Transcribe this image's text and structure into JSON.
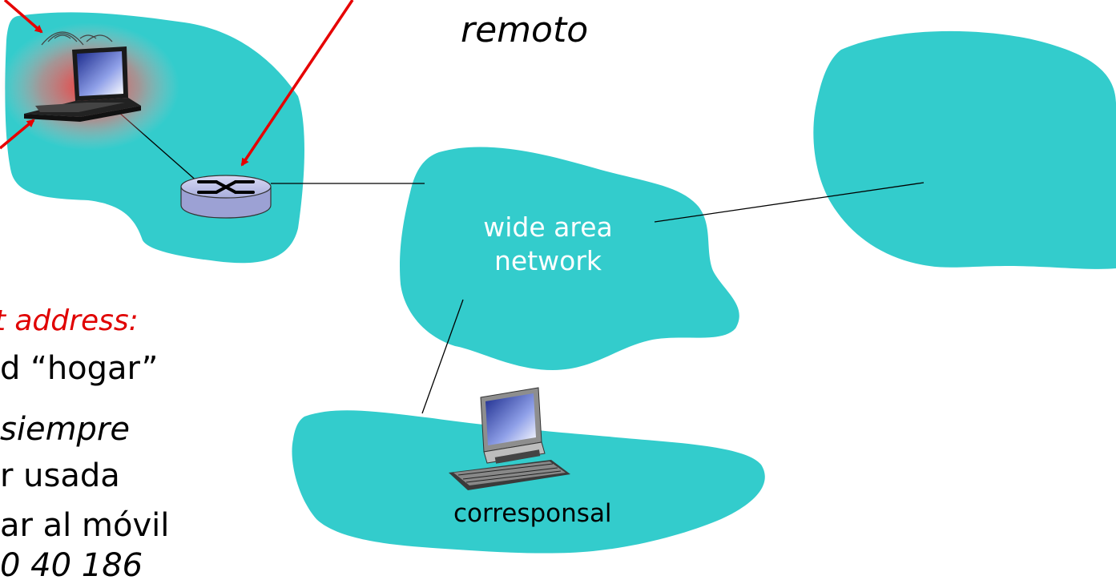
{
  "labels": {
    "remote": "remoto",
    "wan_line1": "wide area",
    "wan_line2": "network",
    "correspondent": "corresponsal",
    "permanent_address": "nt address:",
    "body_line1": "d “hogar”",
    "body_line2": "siempre",
    "body_line3": "r usada",
    "body_line4": "ar al móvil",
    "body_line5": "0 40 186"
  },
  "colors": {
    "network_cloud": "#33cccc",
    "arrow": "#e60000",
    "highlight_text": "#e00000"
  },
  "icons": [
    "laptop-icon",
    "router-icon",
    "desktop-computer-icon",
    "wireless-signal-icon"
  ]
}
